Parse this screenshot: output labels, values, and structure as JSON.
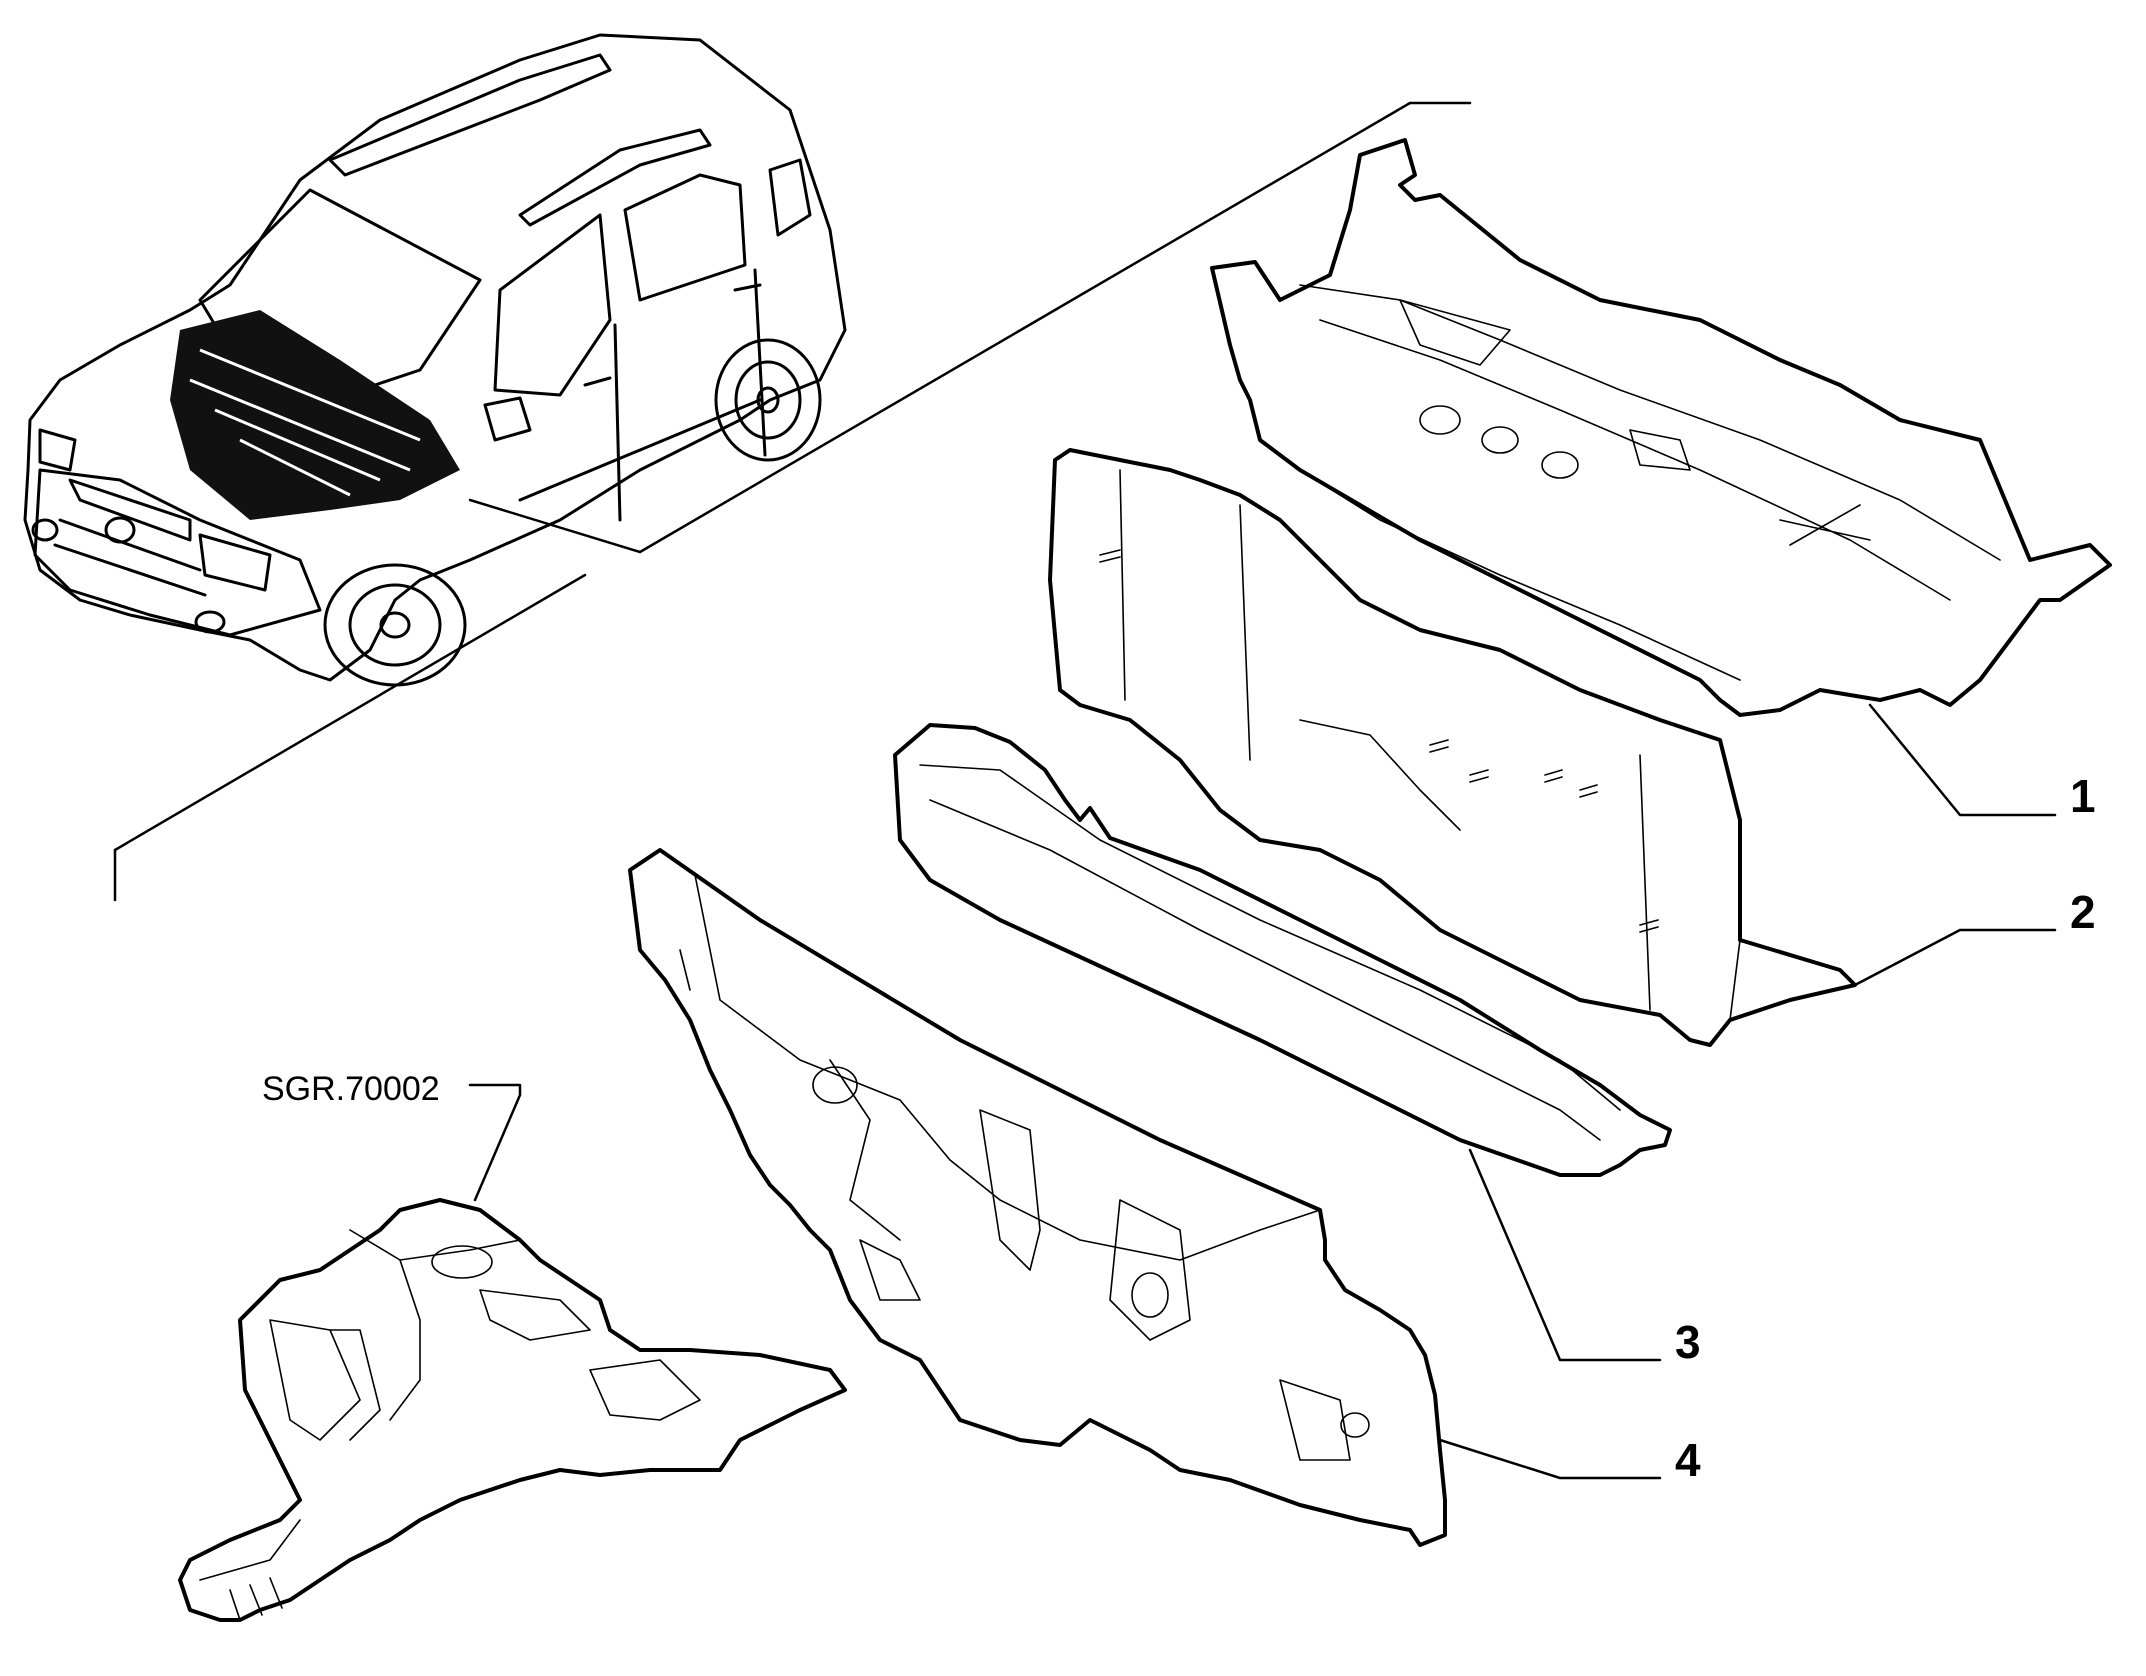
{
  "callouts": [
    {
      "id": "1",
      "text": "1"
    },
    {
      "id": "2",
      "text": "2"
    },
    {
      "id": "3",
      "text": "3"
    },
    {
      "id": "4",
      "text": "4"
    }
  ],
  "reference": {
    "text": "SGR.70002"
  },
  "colors": {
    "line": "#000000",
    "background": "#ffffff"
  }
}
